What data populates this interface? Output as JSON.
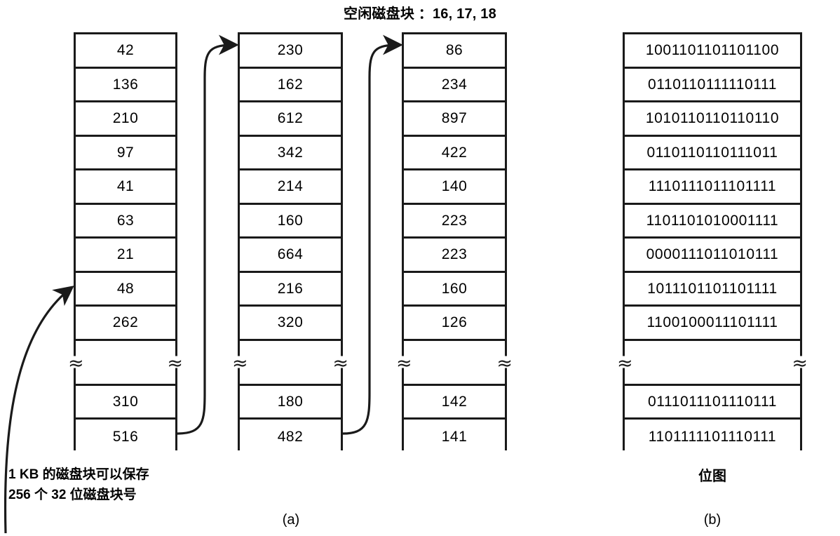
{
  "title": "空闲磁盘块 ：16, 17, 18",
  "free_disk_block_list": {
    "columns": [
      {
        "name": "block-list-column-1",
        "values": [
          "42",
          "136",
          "210",
          "97",
          "41",
          "63",
          "21",
          "48",
          "262"
        ],
        "tail_values": [
          "310",
          "516"
        ],
        "has_break": true
      },
      {
        "name": "block-list-column-2",
        "values": [
          "230",
          "162",
          "612",
          "342",
          "214",
          "160",
          "664",
          "216",
          "320"
        ],
        "tail_values": [
          "180",
          "482"
        ],
        "has_break": true
      },
      {
        "name": "block-list-column-3",
        "values": [
          "86",
          "234",
          "897",
          "422",
          "140",
          "223",
          "223",
          "160",
          "126"
        ],
        "tail_values": [
          "142",
          "141"
        ],
        "has_break": true
      }
    ],
    "note": "1 KB 的磁盘块可以保存\n256 个 32 位磁盘块号",
    "figure_label": "(a)"
  },
  "bitmap": {
    "name": "bitmap-column",
    "rows": [
      "1001101101101100",
      "0110110111110111",
      "1010110110110110",
      "0110110110111011",
      "1110111011101111",
      "1101101010001111",
      "0000111011010111",
      "1011101101101111",
      "1100100011101111"
    ],
    "tail_rows": [
      "0111011101110111",
      "1101111101110111"
    ],
    "has_break": true,
    "caption": "位图",
    "figure_label": "(b)"
  },
  "break_marker": "≈",
  "colors": {
    "ink": "#1a1a1a",
    "background": "#ffffff"
  },
  "arrows": [
    {
      "name": "arrow-into-block-48",
      "from": "off-page-left-bottom",
      "to": "column-1-row-48"
    },
    {
      "name": "arrow-column1-to-column2",
      "from": "column-1-row-516",
      "to": "column-2-row-230"
    },
    {
      "name": "arrow-column2-to-column3",
      "from": "column-2-row-482",
      "to": "column-3-row-86"
    }
  ]
}
